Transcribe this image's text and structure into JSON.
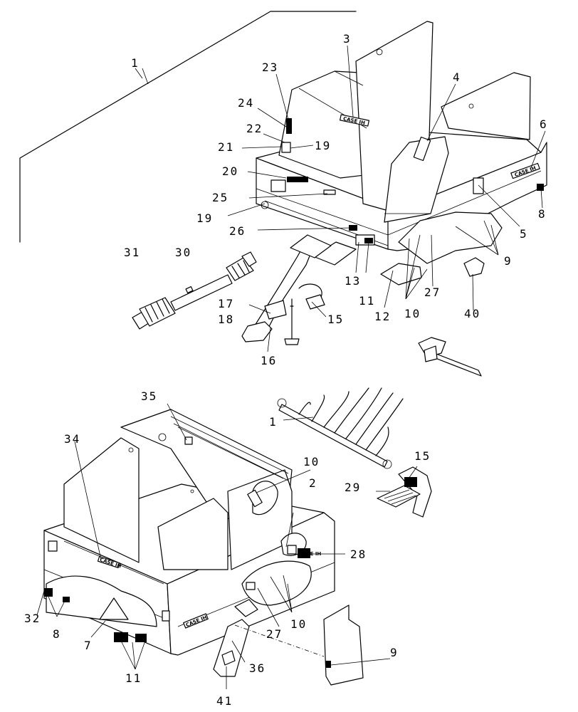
{
  "figure": {
    "type": "exploded parts diagram",
    "callouts": [
      {
        "id": "c1a",
        "label": "1"
      },
      {
        "id": "c3",
        "label": "3"
      },
      {
        "id": "c23",
        "label": "23"
      },
      {
        "id": "c4",
        "label": "4"
      },
      {
        "id": "c24",
        "label": "24"
      },
      {
        "id": "c22",
        "label": "22"
      },
      {
        "id": "c6",
        "label": "6"
      },
      {
        "id": "c21",
        "label": "21"
      },
      {
        "id": "c19a",
        "label": "19"
      },
      {
        "id": "c20",
        "label": "20"
      },
      {
        "id": "c25",
        "label": "25"
      },
      {
        "id": "c19b",
        "label": "19"
      },
      {
        "id": "c8a",
        "label": "8"
      },
      {
        "id": "c26",
        "label": "26"
      },
      {
        "id": "c5",
        "label": "5"
      },
      {
        "id": "c31",
        "label": "31"
      },
      {
        "id": "c30",
        "label": "30"
      },
      {
        "id": "c9a",
        "label": "9"
      },
      {
        "id": "c13",
        "label": "13"
      },
      {
        "id": "c27a",
        "label": "27"
      },
      {
        "id": "c11a",
        "label": "11"
      },
      {
        "id": "c17",
        "label": "17"
      },
      {
        "id": "c18",
        "label": "18"
      },
      {
        "id": "c15a",
        "label": "15"
      },
      {
        "id": "c12",
        "label": "12"
      },
      {
        "id": "c10a",
        "label": "10"
      },
      {
        "id": "c40",
        "label": "40"
      },
      {
        "id": "c16",
        "label": "16"
      },
      {
        "id": "c35",
        "label": "35"
      },
      {
        "id": "c1b",
        "label": "1"
      },
      {
        "id": "c34",
        "label": "34"
      },
      {
        "id": "c15b",
        "label": "15"
      },
      {
        "id": "c10b",
        "label": "10"
      },
      {
        "id": "c29",
        "label": "29"
      },
      {
        "id": "c2",
        "label": "2"
      },
      {
        "id": "c28",
        "label": "28"
      },
      {
        "id": "c32",
        "label": "32"
      },
      {
        "id": "c8b",
        "label": "8"
      },
      {
        "id": "c27b",
        "label": "27"
      },
      {
        "id": "c10c",
        "label": "10"
      },
      {
        "id": "c7",
        "label": "7"
      },
      {
        "id": "c9b",
        "label": "9"
      },
      {
        "id": "c36",
        "label": "36"
      },
      {
        "id": "c11b",
        "label": "11"
      },
      {
        "id": "c41",
        "label": "41"
      }
    ],
    "decals": [
      {
        "id": "logo1",
        "text": "CASE IH"
      },
      {
        "id": "logo2",
        "text": "CASE IH"
      },
      {
        "id": "logo3",
        "text": "CASE IH"
      },
      {
        "id": "logo4",
        "text": "CASE IH"
      },
      {
        "id": "logo5",
        "text": "CASE IH"
      }
    ]
  }
}
